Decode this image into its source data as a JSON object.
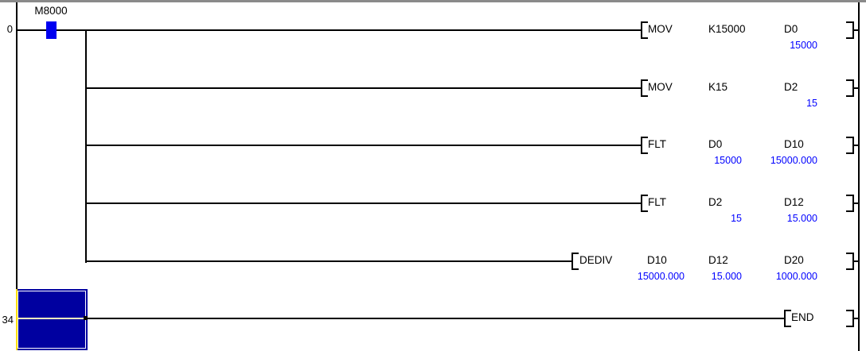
{
  "colors": {
    "background": "#ffffff",
    "wire": "#000000",
    "top_border": "#8a8a8a",
    "energized_contact": "#0000f0",
    "monitor_value_text": "#0000ff",
    "cursor_fill": "#0000a0",
    "cursor_rail_highlight": "#ffdf00",
    "cursor_wire_highlight": "#fff9c0"
  },
  "rungs": [
    {
      "number": "0",
      "contact": {
        "device": "M8000",
        "state": "energized"
      },
      "instruction": {
        "mnemonic": "MOV",
        "operands": [
          {
            "device": "K15000"
          },
          {
            "device": "D0",
            "value": "15000"
          }
        ]
      }
    },
    {
      "instruction": {
        "mnemonic": "MOV",
        "operands": [
          {
            "device": "K15"
          },
          {
            "device": "D2",
            "value": "15"
          }
        ]
      }
    },
    {
      "instruction": {
        "mnemonic": "FLT",
        "operands": [
          {
            "device": "D0",
            "value": "15000"
          },
          {
            "device": "D10",
            "value": "15000.000"
          }
        ]
      }
    },
    {
      "instruction": {
        "mnemonic": "FLT",
        "operands": [
          {
            "device": "D2",
            "value": "15"
          },
          {
            "device": "D12",
            "value": "15.000"
          }
        ]
      }
    },
    {
      "instruction": {
        "mnemonic": "DEDIV",
        "operands": [
          {
            "device": "D10",
            "value": "15000.000"
          },
          {
            "device": "D12",
            "value": "15.000"
          },
          {
            "device": "D20",
            "value": "1000.000"
          }
        ]
      }
    },
    {
      "number": "34",
      "instruction": {
        "mnemonic": "END",
        "operands": []
      }
    }
  ]
}
